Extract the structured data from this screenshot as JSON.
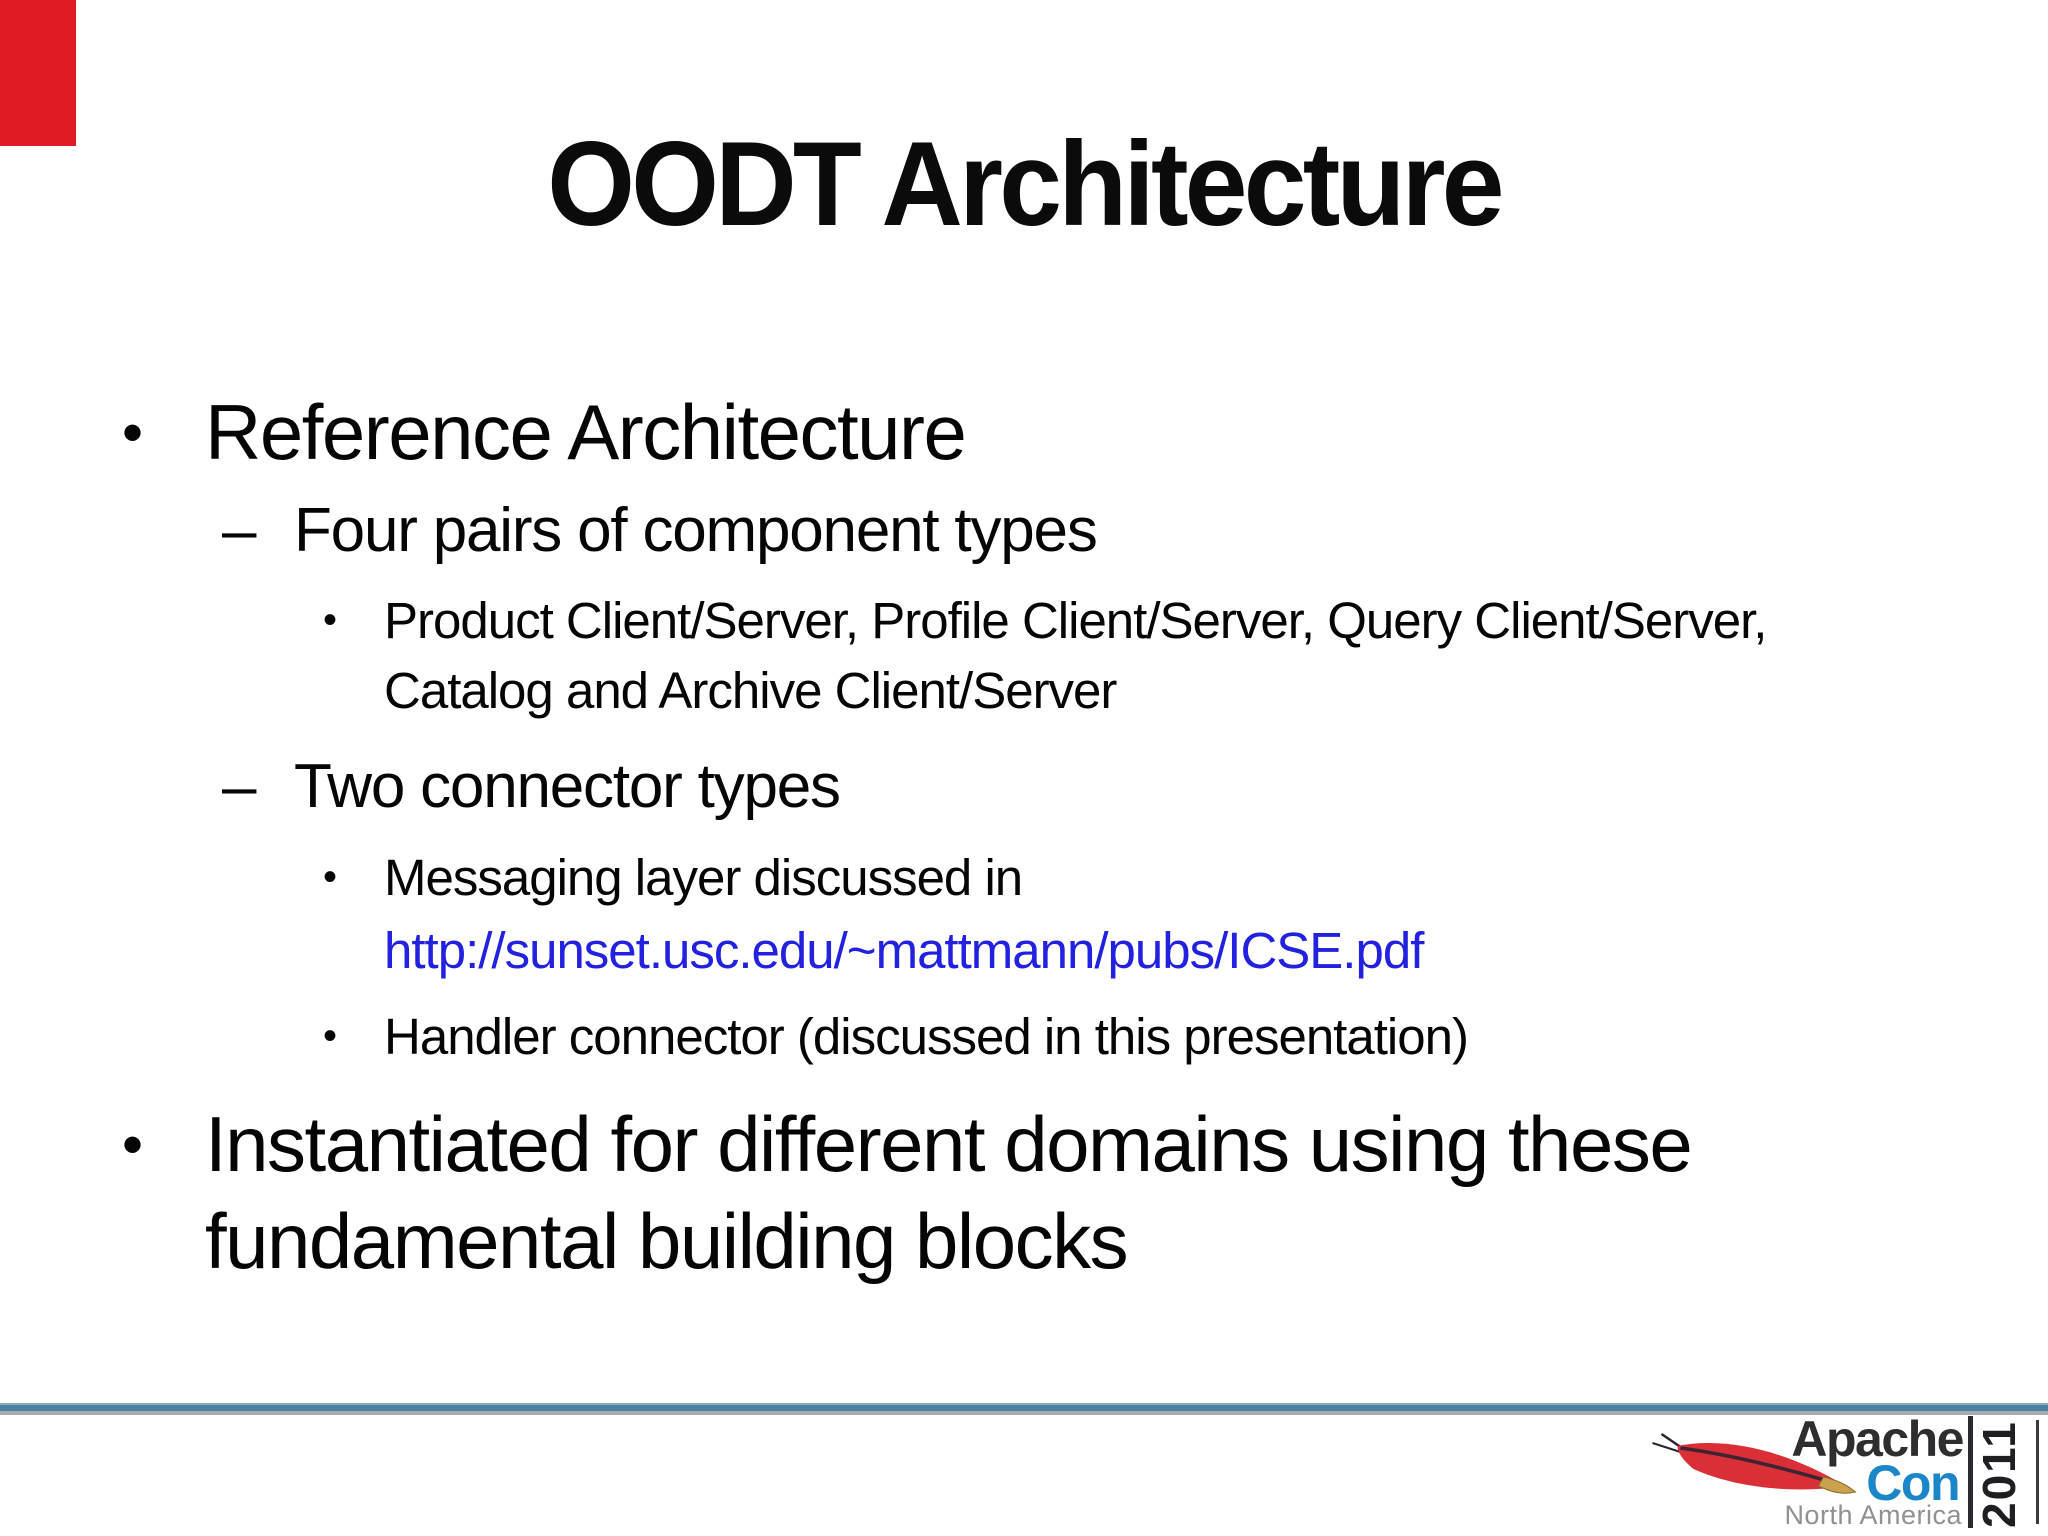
{
  "slide": {
    "title": "OODT Architecture",
    "bullets": {
      "b1": {
        "marker": "•",
        "text": "Reference Architecture"
      },
      "b1_1": {
        "marker": "–",
        "text": "Four pairs of component types"
      },
      "b1_1_1": {
        "marker": "•",
        "lines": [
          "Product Client/Server, Profile Client/Server, Query Client/Server,",
          "Catalog and Archive Client/Server"
        ]
      },
      "b1_2": {
        "marker": "–",
        "text": "Two connector types"
      },
      "b1_2_1": {
        "marker": "•",
        "text": "Messaging layer discussed in",
        "link": "http://sunset.usc.edu/~mattmann/pubs/ICSE.pdf"
      },
      "b1_2_2": {
        "marker": "•",
        "text": "Handler connector (discussed in this presentation)"
      },
      "b2": {
        "marker": "•",
        "lines": [
          "Instantiated for different domains using these",
          "fundamental building blocks"
        ]
      }
    },
    "link_color": "#2121df",
    "corner_marker_color": "#e01b24"
  },
  "footer": {
    "divider_colors": {
      "teal": "#49819f",
      "gray": "#a9a9b4"
    },
    "logo": {
      "apache": "Apache",
      "con": "Con",
      "region": "North America",
      "year": "2011",
      "apache_color": "#2e2e31",
      "con_color": "#1b86c8",
      "region_color": "#909095",
      "feather_red": "#da2f36",
      "feather_gold": "#caa14c"
    }
  }
}
